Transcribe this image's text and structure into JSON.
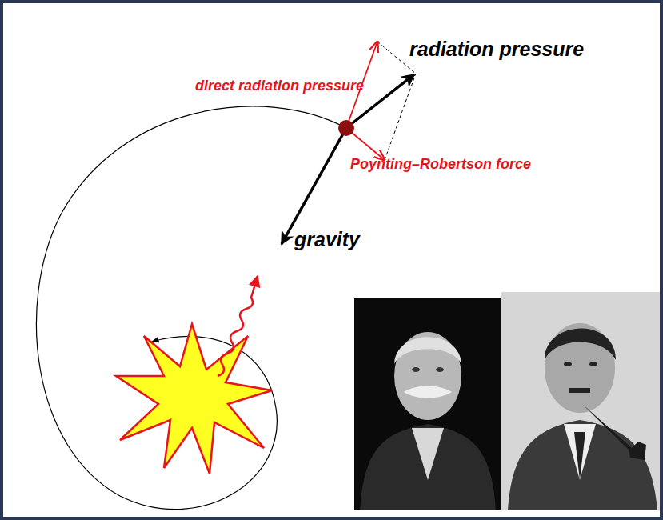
{
  "diagram": {
    "labels": [
      "radiation pressure",
      "direct radiation pressure",
      "Poynting–Robertson force",
      "gravity"
    ]
  }
}
